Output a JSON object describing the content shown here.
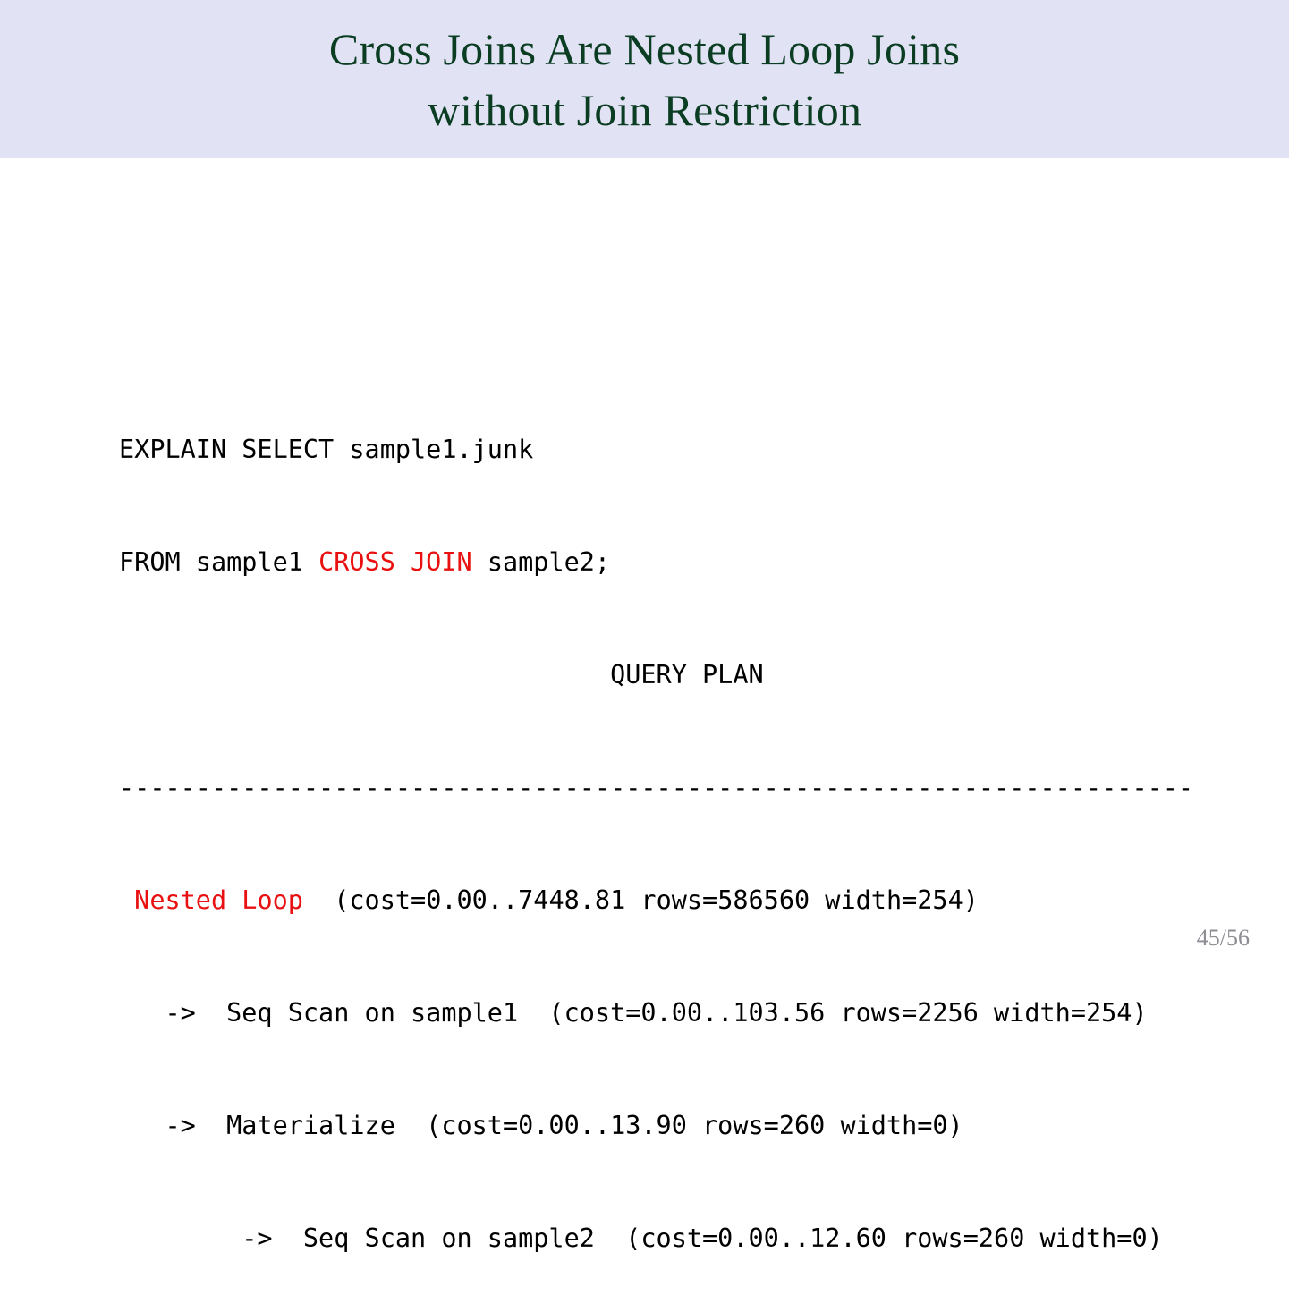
{
  "slide": {
    "title": {
      "line1": "Cross Joins Are Nested Loop Joins",
      "line2": "without Join Restriction"
    },
    "banner_color": "#e2e2f5",
    "title_color": "#0b3d23",
    "background_color": "#ffffff",
    "highlight_color": "#e81010",
    "page_number": "45/56",
    "page_number_color": "#8d8d94"
  },
  "code": {
    "line1_pre": "EXPLAIN SELECT sample1.junk",
    "line2_a": "FROM sample1 ",
    "line2_highlight": "CROSS JOIN",
    "line2_b": " sample2;",
    "line3": "                                QUERY PLAN",
    "line4": "----------------------------------------------------------------------",
    "line5_indent": " ",
    "line5_highlight": "Nested Loop",
    "line5_rest": "  (cost=0.00..7448.81 rows=586560 width=254)",
    "line6": "   ->  Seq Scan on sample1  (cost=0.00..103.56 rows=2256 width=254)",
    "line7": "   ->  Materialize  (cost=0.00..13.90 rows=260 width=0)",
    "line8": "        ->  Seq Scan on sample2  (cost=0.00..12.60 rows=260 width=0)"
  }
}
